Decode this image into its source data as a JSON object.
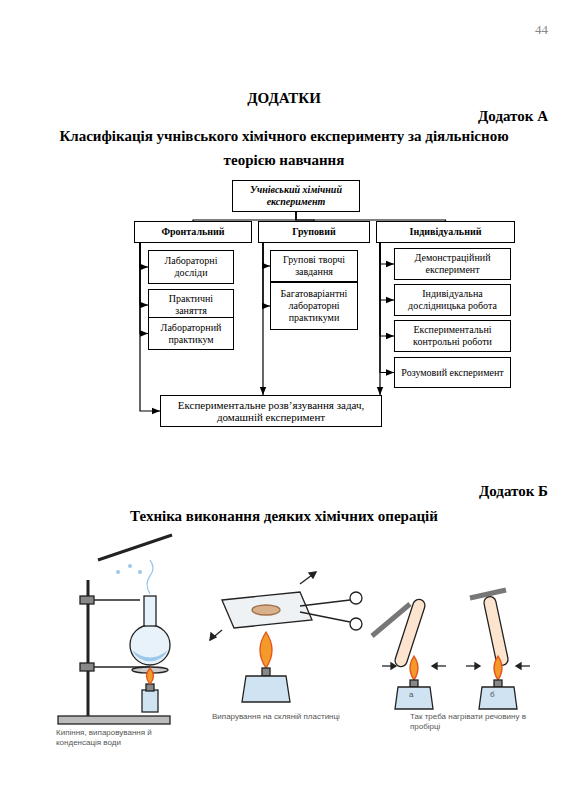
{
  "diagram": {
    "title": "Класифікація учнівського хімічного експерименту за діяльнісною теорією навчання",
    "nodes": [
      {
        "text": [
          "Учнівський хімічний експеримент"
        ]
      },
      {
        "text": [
          "Фронтальний"
        ]
      },
      {
        "text": [
          "Груповий"
        ]
      },
      {
        "text": [
          "Індивідуальний"
        ]
      },
      {
        "text": [
          "Лабораторні досліди"
        ]
      },
      {
        "text": [
          "Практичні заняття"
        ]
      },
      {
        "text": [
          "Лабораторний практикум"
        ]
      },
      {
        "text": [
          "Групові творчі завдання"
        ]
      },
      {
        "text": [
          "Багатоваріантні лабораторні практикуми"
        ]
      },
      {
        "text": [
          "Демонстраційний експеримент"
        ]
      },
      {
        "text": [
          "Індивідуальна дослідницька робота"
        ]
      },
      {
        "text": [
          "Експериментальні контрольні роботи"
        ]
      },
      {
        "text": [
          "Розумовий експеримент"
        ]
      },
      {
        "text": [
          "Експериментальне розв’язування задач, домашній експеримент"
        ]
      }
    ],
    "edges": [
      {
        "from": 0,
        "to": 1,
        "arrow": "none"
      },
      {
        "from": 0,
        "to": 2,
        "arrow": "none"
      },
      {
        "from": 0,
        "to": 3,
        "arrow": "none"
      },
      {
        "from": 1,
        "to": 4,
        "arrow": "to"
      },
      {
        "from": 1,
        "to": 5,
        "arrow": "to"
      },
      {
        "from": 1,
        "to": 6,
        "arrow": "to"
      },
      {
        "from": 2,
        "to": 7,
        "arrow": "to"
      },
      {
        "from": 2,
        "to": 8,
        "arrow": "to"
      },
      {
        "from": 3,
        "to": 9,
        "arrow": "to"
      },
      {
        "from": 3,
        "to": 10,
        "arrow": "to"
      },
      {
        "from": 3,
        "to": 11,
        "arrow": "to"
      },
      {
        "from": 3,
        "to": 12,
        "arrow": "to"
      },
      {
        "from": 1,
        "to": 13,
        "arrow": "to"
      },
      {
        "from": 2,
        "to": 13,
        "arrow": "to"
      },
      {
        "from": 3,
        "to": 13,
        "arrow": "to"
      }
    ],
    "labels": [
      "44",
      "ДОДАТКИ",
      "Додаток А",
      "Додаток Б",
      "Техніка виконання деяких хімічних операцій",
      "Кипіння, випаровування й конденсація води",
      "Випарування на скляній пластинці",
      "а",
      "б",
      "Так треба нагрівати речовину в пробірці"
    ]
  }
}
